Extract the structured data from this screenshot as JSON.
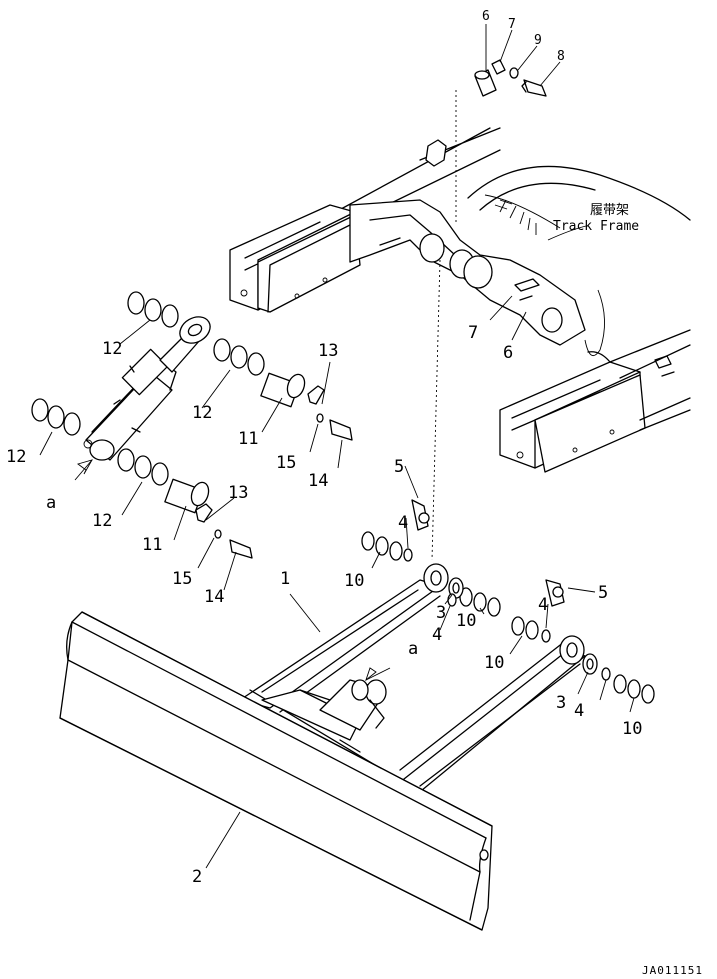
{
  "callouts": {
    "c1": "1",
    "c2": "2",
    "c3a": "3",
    "c3b": "3",
    "c4a": "4",
    "c4b": "4",
    "c4c": "4",
    "c4d": "4",
    "c5a": "5",
    "c5b": "5",
    "c6a": "6",
    "c6b": "6",
    "c7a": "7",
    "c7b": "7",
    "c8": "8",
    "c9": "9",
    "c10a": "10",
    "c10b": "10",
    "c10c": "10",
    "c10d": "10",
    "c11a": "11",
    "c11b": "11",
    "c12a": "12",
    "c12b": "12",
    "c12c": "12",
    "c12d": "12",
    "c13a": "13",
    "c13b": "13",
    "c14a": "14",
    "c14b": "14",
    "c15a": "15",
    "c15b": "15",
    "ref_a1": "a",
    "ref_a2": "a"
  },
  "track_frame_label_cn": "履带架",
  "track_frame_label_en": "Track Frame",
  "drawing_code": "JA011151"
}
